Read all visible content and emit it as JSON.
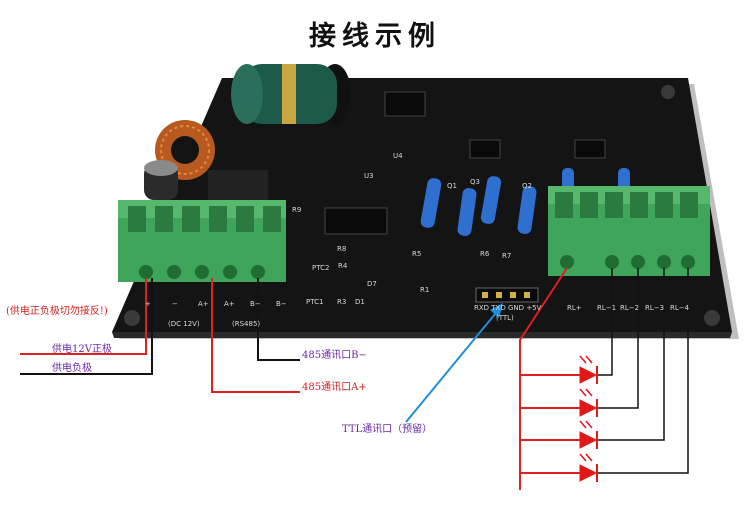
{
  "title": "接线示例",
  "annotations": {
    "reverse_warning": "(供电正负极切勿接反!)",
    "power_positive": "供电12V正极",
    "power_negative": "供电负极",
    "rs485_b": "485通讯口B−",
    "rs485_a": "485通讯口A+",
    "ttl_port": "TTL通讯口（预留）"
  },
  "board_silkscreen": {
    "left_terminal_labels": [
      "+",
      "−",
      "A+",
      "A+",
      "B−",
      "B−"
    ],
    "left_caption_dc": "(DC 12V)",
    "left_caption_rs485": "(RS485)",
    "ttl_header_labels": "RXD TXD GND +5V",
    "ttl_caption": "(TTL)",
    "right_terminal_labels": [
      "RL+",
      "RL−1",
      "RL−2",
      "RL−3",
      "RL−4"
    ],
    "refs": {
      "ptc2": "PTC2",
      "ptc1": "PTC1",
      "r3": "R3",
      "d1": "D1",
      "d7": "D7",
      "r8": "R8",
      "r4": "R4",
      "r5": "R5",
      "r6": "R6",
      "r7": "R7",
      "r9": "R9",
      "r1": "R1",
      "u3": "U3",
      "q1": "Q1",
      "q2": "Q2",
      "q3": "Q3",
      "u4": "U4"
    }
  },
  "colors": {
    "board": "#141414",
    "terminal_green": "#3ea55a",
    "power_positive_wire": "#e02020",
    "power_negative_wire": "#111111",
    "rs485_b_wire": "#111111",
    "rs485_a_wire": "#e02020",
    "ttl_arrow": "#1e8fd8",
    "led_red": "#e01818",
    "annotation_purple": "#6a2aa8",
    "annotation_red": "#d21f1f"
  }
}
